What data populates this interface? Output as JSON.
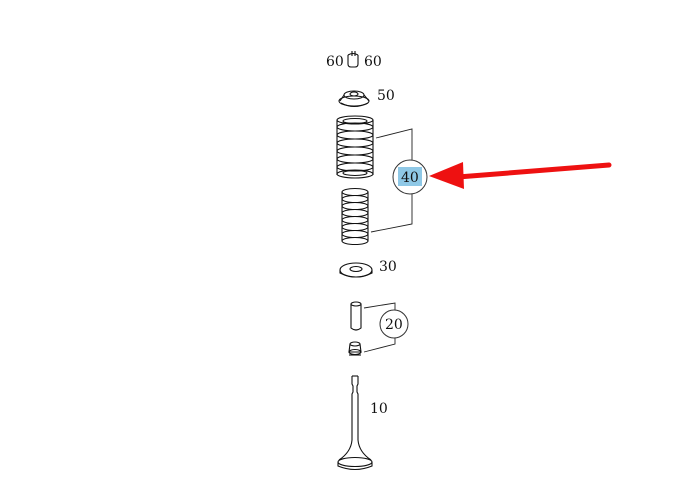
{
  "diagram": {
    "labels": {
      "p60_left": "60",
      "p60_right": "60",
      "p50": "50",
      "p40": "40",
      "p30": "30",
      "p20": "20",
      "p10": "10"
    },
    "highlight_color": "#8fc8e6",
    "arrow_color": "#ee1111"
  }
}
